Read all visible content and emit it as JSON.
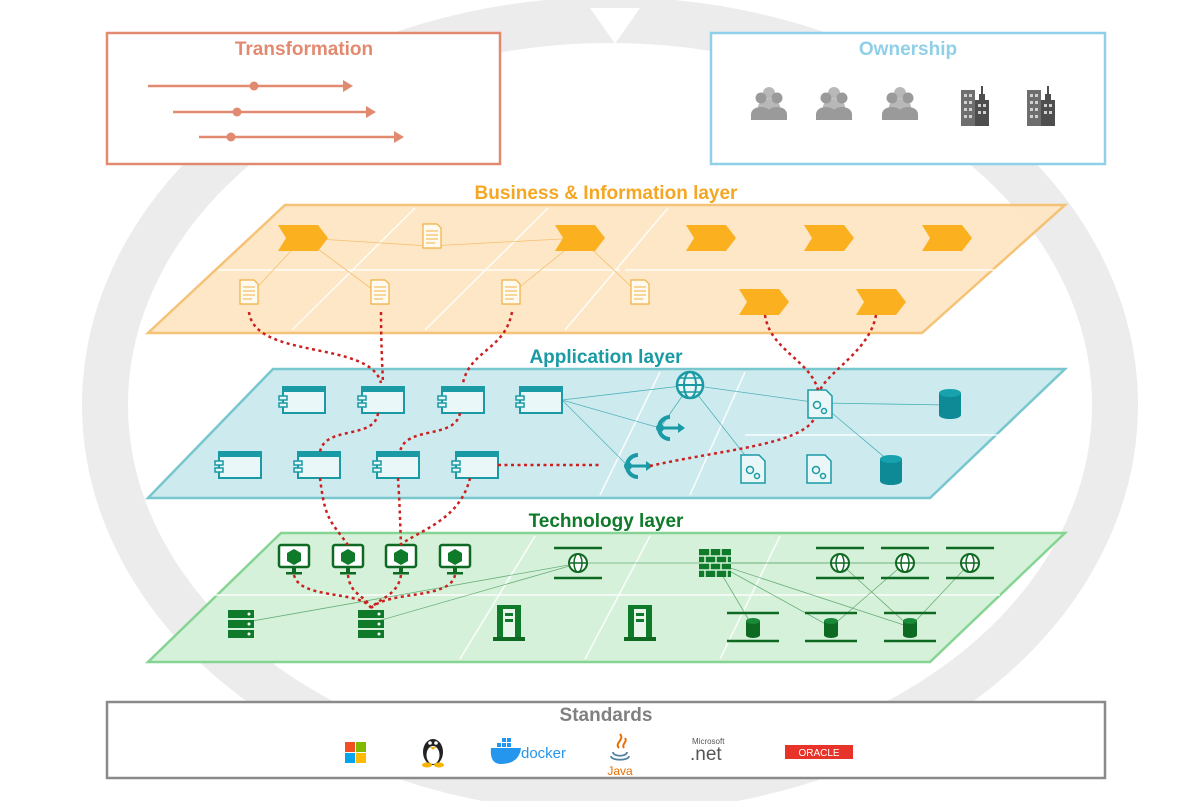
{
  "transformation": {
    "title": "Transformation",
    "color": "#e28a70"
  },
  "ownership": {
    "title": "Ownership",
    "color": "#8fd0e8",
    "icons": [
      "people-group-icon",
      "people-group-icon",
      "people-group-icon",
      "office-building-icon",
      "office-building-icon"
    ]
  },
  "business_layer": {
    "title": "Business & Information layer",
    "color": "#f5a623",
    "fill": "#fde6c4"
  },
  "application_layer": {
    "title": "Application layer",
    "color": "#1a9aa5",
    "fill": "#cdeaee"
  },
  "technology_layer": {
    "title": "Technology layer",
    "color": "#0e7a2a",
    "fill": "#d6f1d9"
  },
  "standards": {
    "title": "Standards",
    "logos": [
      {
        "name": "windows-logo"
      },
      {
        "name": "linux-tux-logo"
      },
      {
        "name": "docker-logo",
        "text": "docker"
      },
      {
        "name": "java-logo",
        "text": "Java"
      },
      {
        "name": "dotnet-logo",
        "text_small": "Microsoft",
        "text": ".net"
      },
      {
        "name": "oracle-logo",
        "text": "ORACLE"
      }
    ]
  },
  "connection_color": "#cc1f1f"
}
